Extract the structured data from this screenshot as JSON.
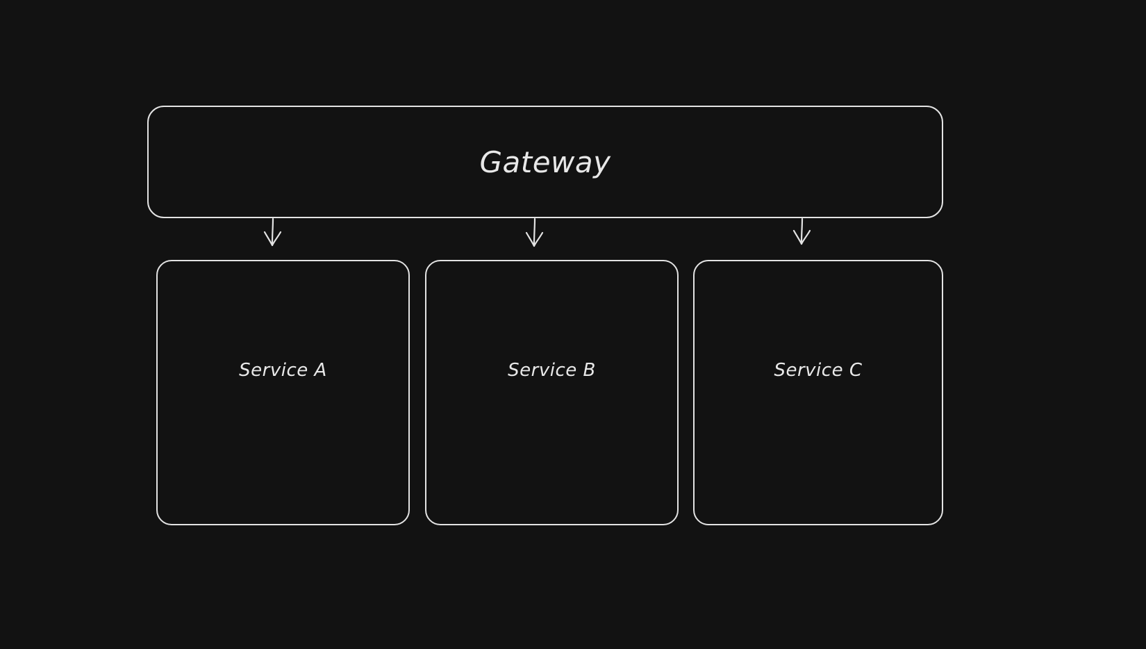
{
  "diagram": {
    "type": "flowchart",
    "direction": "top-down",
    "background_color": "#121212",
    "stroke_color": "#e3e3e3",
    "text_color": "#e8e8e8",
    "style": "hand-drawn",
    "nodes": [
      {
        "id": "gateway",
        "label": "Gateway",
        "shape": "rounded-rectangle"
      },
      {
        "id": "service_a",
        "label": "Service A",
        "shape": "rounded-rectangle"
      },
      {
        "id": "service_b",
        "label": "Service B",
        "shape": "rounded-rectangle"
      },
      {
        "id": "service_c",
        "label": "Service C",
        "shape": "rounded-rectangle"
      }
    ],
    "edges": [
      {
        "id": "edge-gateway-service-a",
        "from": "gateway",
        "to": "service_a",
        "arrowhead": "open-v",
        "label": ""
      },
      {
        "id": "edge-gateway-service-b",
        "from": "gateway",
        "to": "service_b",
        "arrowhead": "open-v",
        "label": ""
      },
      {
        "id": "edge-gateway-service-c",
        "from": "gateway",
        "to": "service_c",
        "arrowhead": "open-v",
        "label": ""
      }
    ]
  }
}
